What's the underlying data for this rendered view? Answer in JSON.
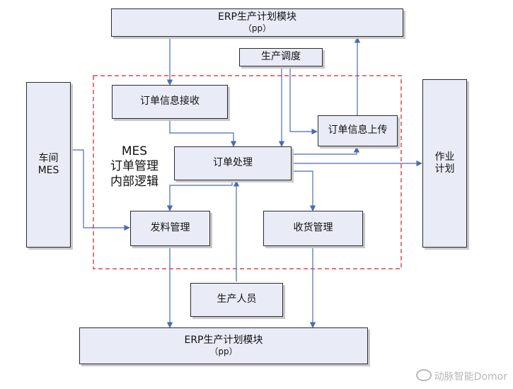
{
  "erp_top": {
    "line1": "ERP生产计划模块",
    "line2": "（pp）"
  },
  "erp_bottom": {
    "line1": "ERP生产计划模块",
    "line2": "（pp）"
  },
  "schedule": "生产调度",
  "order_receive": "订单信息接收",
  "order_upload": "订单信息上传",
  "order_process": "订单处理",
  "issue_mgmt": "发料管理",
  "receive_mgmt": "收货管理",
  "personnel": "生产人员",
  "workshop": {
    "line1": "车间",
    "line2": "MES"
  },
  "work_plan": {
    "line1": "作业",
    "line2": "计划"
  },
  "mes_label": {
    "line1": "MES",
    "line2": "订单管理",
    "line3": "内部逻辑"
  },
  "watermark": "动脉智能Domor",
  "colors": {
    "arrow": "#4a6bb0",
    "dashed_region": "#e04848",
    "box_fill": "#e9ecf7"
  }
}
